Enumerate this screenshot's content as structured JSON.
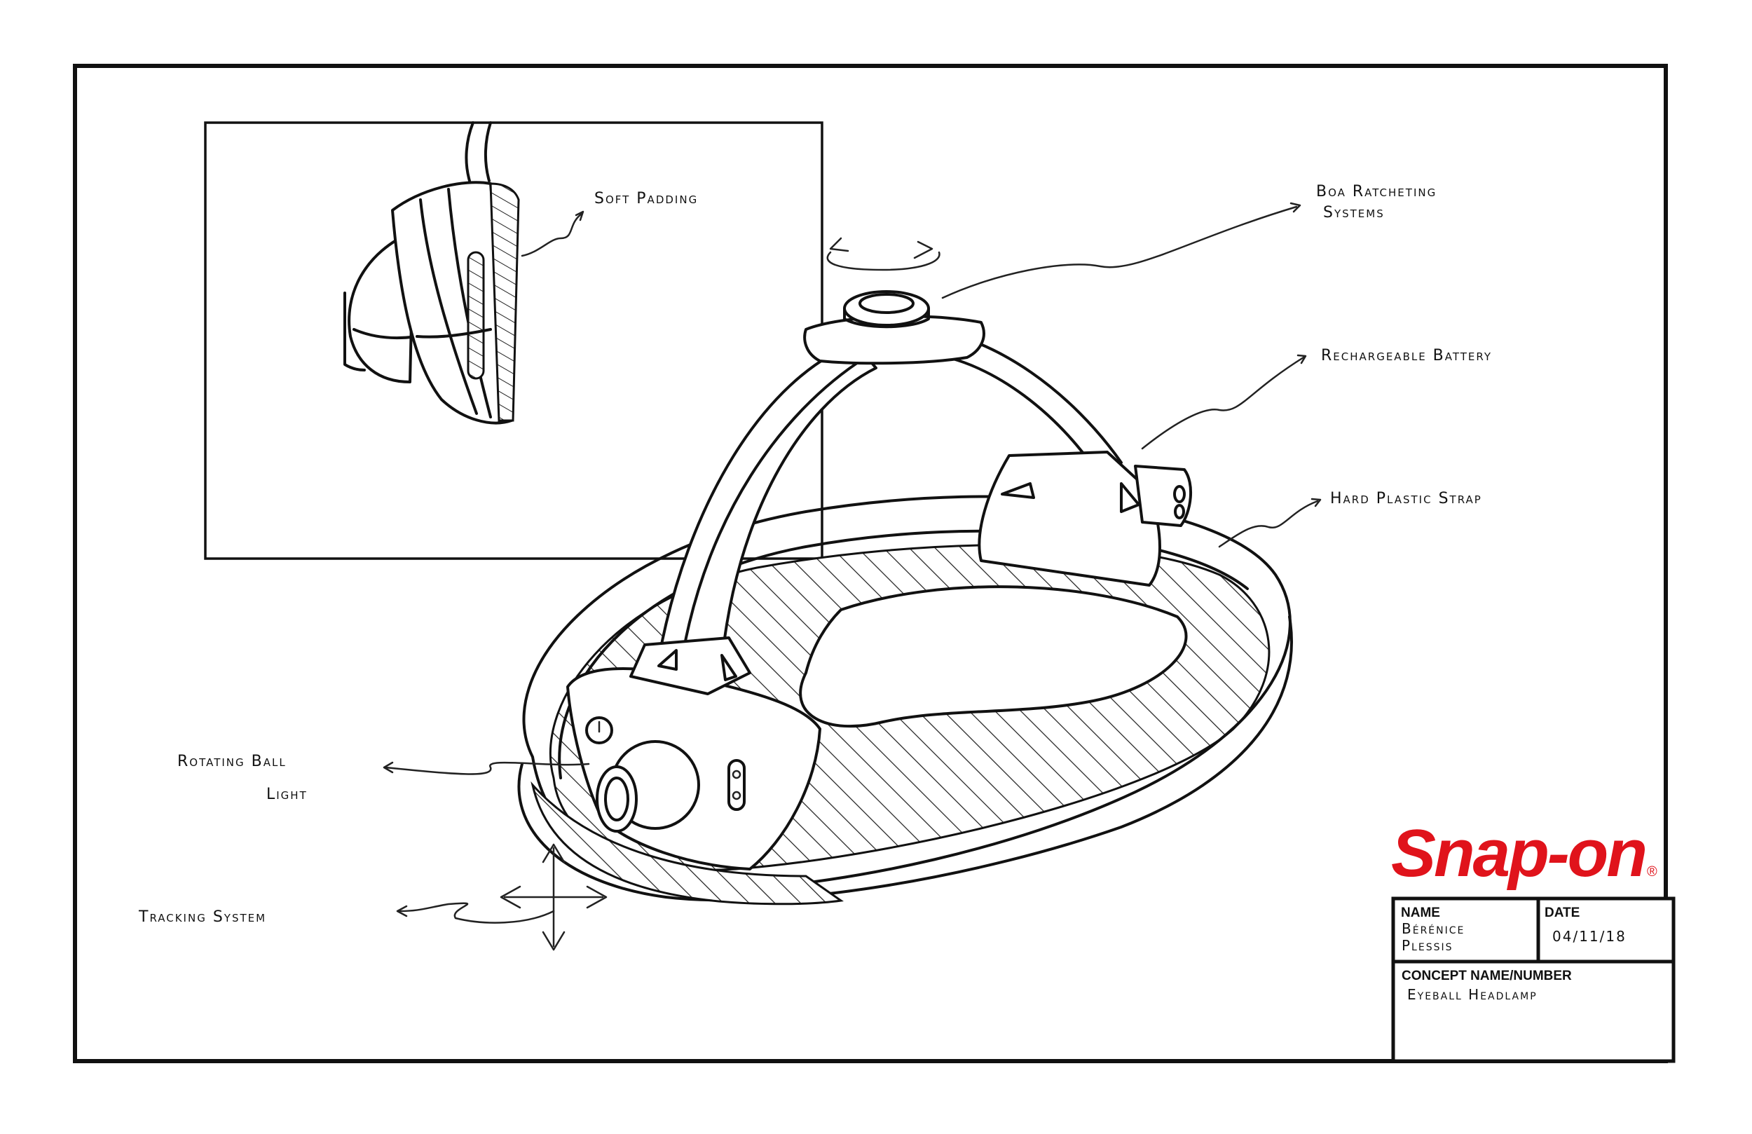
{
  "labels": {
    "soft_padding": "Soft Padding",
    "boa_line1": "Boa Ratcheting",
    "boa_line2": "Systems",
    "battery": "Rechargeable Battery",
    "strap": "Hard Plastic Strap",
    "rotating_line1": "Rotating Ball",
    "rotating_line2": "Light",
    "tracking": "Tracking System"
  },
  "logo": {
    "text": "Snap-on",
    "mark": "®",
    "color": "#e0131b"
  },
  "title_block": {
    "name_header": "NAME",
    "name_line1": "Bérénice",
    "name_line2": "Plessis",
    "date_header": "DATE",
    "date_value": "04/11/18",
    "concept_header": "CONCEPT NAME/NUMBER",
    "concept_value": "Eyeball Headlamp"
  },
  "colors": {
    "ink": "#111111",
    "brand_red": "#e0131b",
    "paper": "#ffffff"
  }
}
